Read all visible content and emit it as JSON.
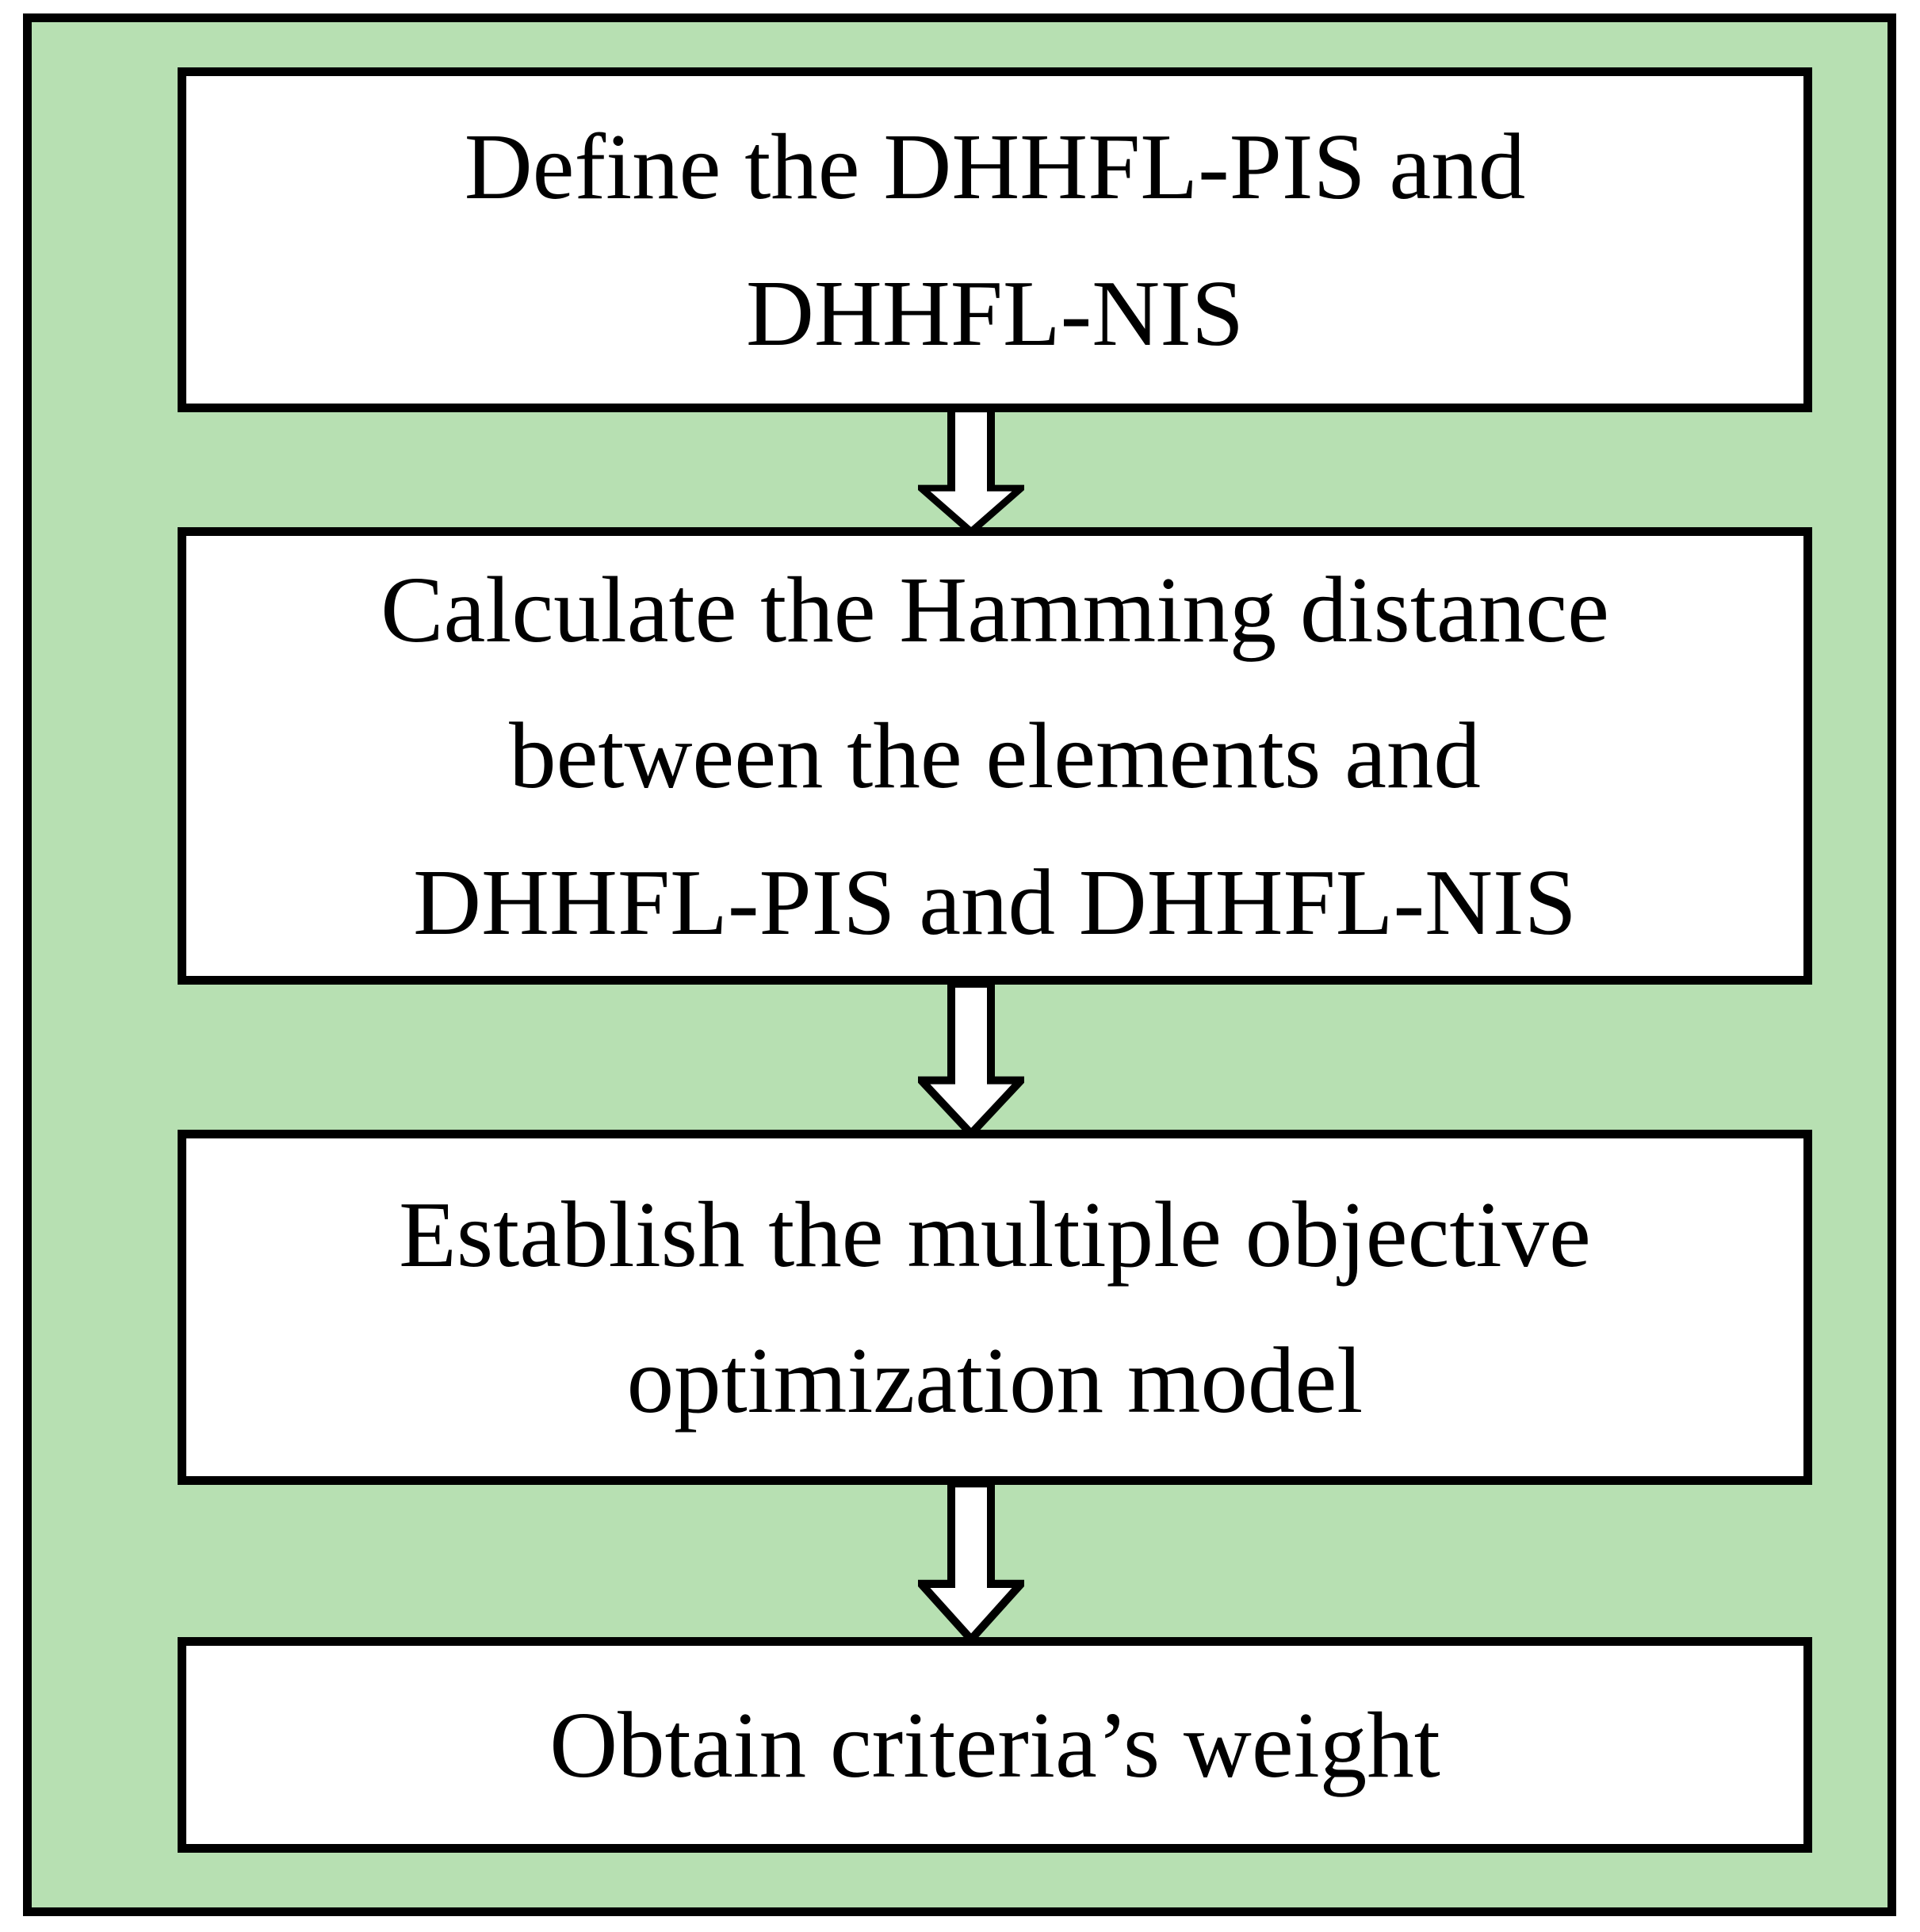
{
  "figure": {
    "type": "flowchart",
    "panel_green": "#b7e0b2",
    "box_fill": "#ffffff",
    "line_color": "#000000",
    "text_color": "#000000"
  },
  "flowchart": {
    "boxes": [
      {
        "id": "define-ideal-solutions",
        "lines": [
          "Define the DHHFL-PIS and",
          "DHHFL-NIS"
        ]
      },
      {
        "id": "calculate-hamming-distance",
        "lines": [
          "Calculate the Hamming distance",
          "between the elements and",
          "DHHFL-PIS and DHHFL-NIS"
        ]
      },
      {
        "id": "establish-optimization-model",
        "lines": [
          "Establish the multiple objective",
          "optimization model"
        ]
      },
      {
        "id": "obtain-criteria-weight",
        "lines": [
          "Obtain criteria’s weight"
        ]
      }
    ],
    "connectors": [
      {
        "type": "down-arrow",
        "from": "define-ideal-solutions",
        "to": "calculate-hamming-distance"
      },
      {
        "type": "down-arrow",
        "from": "calculate-hamming-distance",
        "to": "establish-optimization-model"
      },
      {
        "type": "down-arrow",
        "from": "establish-optimization-model",
        "to": "obtain-criteria-weight"
      }
    ]
  }
}
